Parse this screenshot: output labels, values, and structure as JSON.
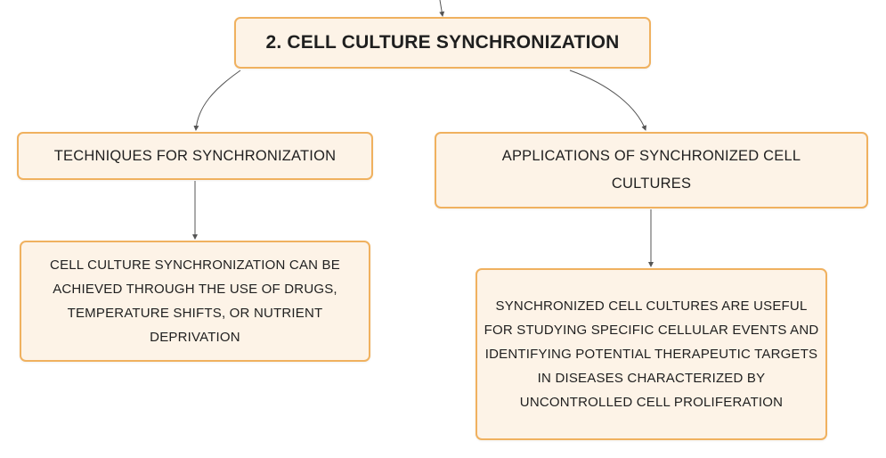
{
  "diagram": {
    "root": {
      "label": "2. CELL CULTURE SYNCHRONIZATION"
    },
    "branches": [
      {
        "label": "TECHNIQUES FOR SYNCHRONIZATION",
        "detail": "CELL CULTURE SYNCHRONIZATION CAN BE ACHIEVED THROUGH THE USE OF DRUGS, TEMPERATURE SHIFTS, OR NUTRIENT DEPRIVATION"
      },
      {
        "label": "APPLICATIONS OF SYNCHRONIZED CELL CULTURES",
        "detail": "SYNCHRONIZED CELL CULTURES ARE USEFUL FOR STUDYING SPECIFIC CELLULAR EVENTS AND IDENTIFYING POTENTIAL THERAPEUTIC TARGETS IN DISEASES CHARACTERIZED BY UNCONTROLLED CELL PROLIFERATION"
      }
    ]
  },
  "colors": {
    "node_fill": "#fdf3e7",
    "node_border": "#f0b15f",
    "connector": "#555555",
    "text": "#1f1f1f"
  }
}
